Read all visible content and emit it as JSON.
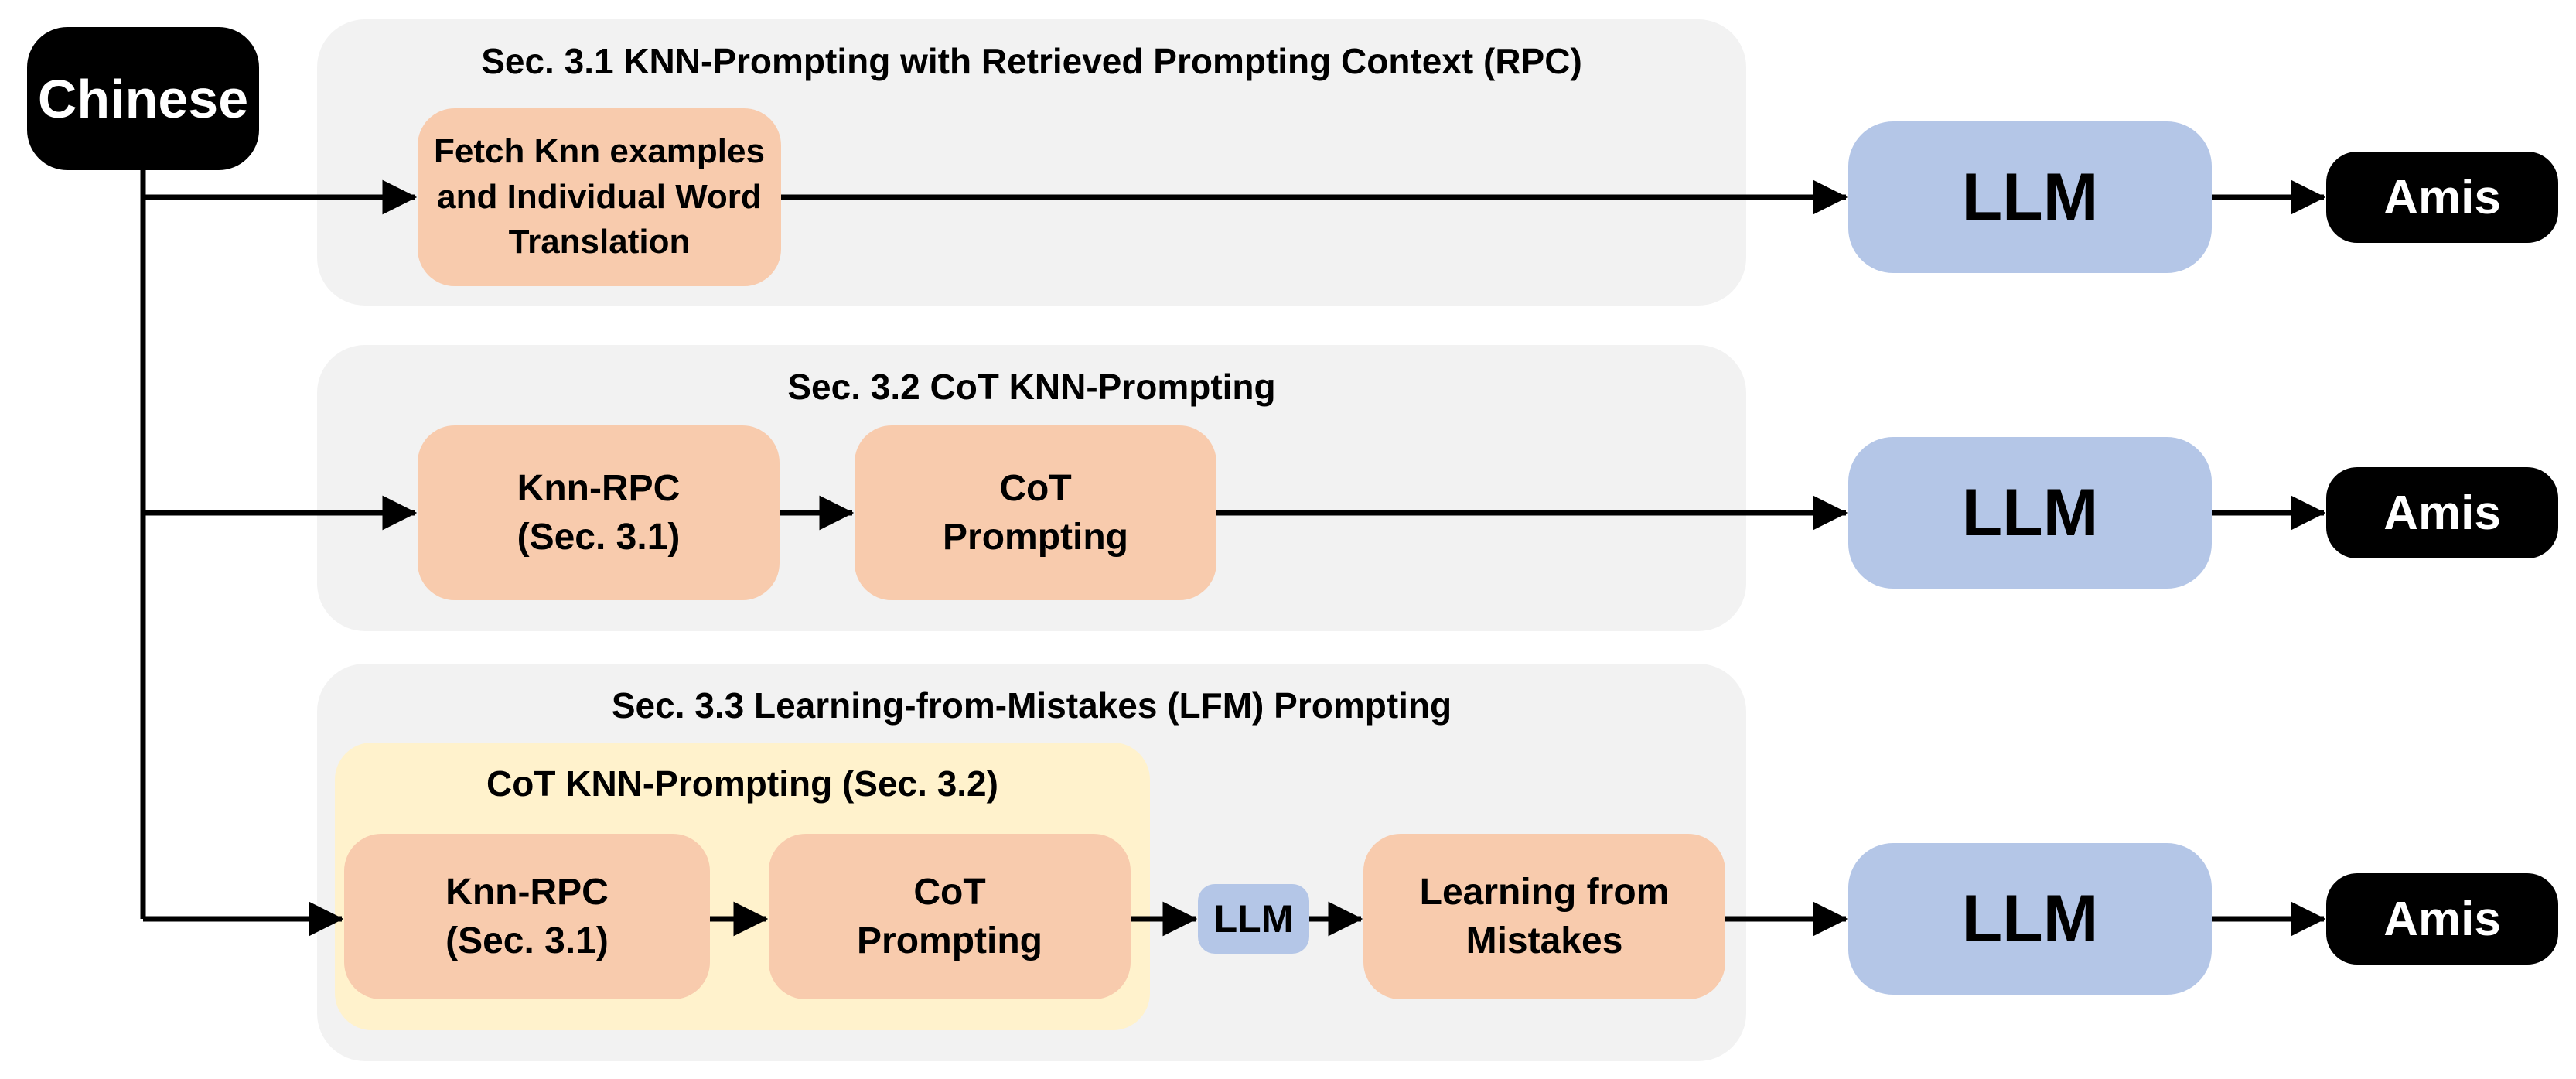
{
  "colors": {
    "panel_bg": "#F2F2F2",
    "step_bg": "#F8CBAD",
    "llm_bg": "#B4C6E7",
    "group_bg": "#FFF2CC",
    "terminal_bg": "#000000",
    "terminal_text": "#FFFFFF",
    "arrow": "#000000"
  },
  "source": {
    "label": "Chinese"
  },
  "rows": [
    {
      "panel_title": "Sec. 3.1 KNN-Prompting with Retrieved Prompting Context (RPC)",
      "steps": [
        {
          "label": "Fetch Knn examples\nand Individual Word\nTranslation"
        }
      ],
      "llm": {
        "label": "LLM"
      },
      "output": {
        "label": "Amis"
      }
    },
    {
      "panel_title": "Sec. 3.2 CoT KNN-Prompting",
      "steps": [
        {
          "label": "Knn-RPC\n(Sec. 3.1)"
        },
        {
          "label": "CoT\nPrompting"
        }
      ],
      "llm": {
        "label": "LLM"
      },
      "output": {
        "label": "Amis"
      }
    },
    {
      "panel_title": "Sec. 3.3 Learning-from-Mistakes (LFM) Prompting",
      "group": {
        "title": "CoT KNN-Prompting (Sec. 3.2)",
        "steps": [
          {
            "label": "Knn-RPC\n(Sec. 3.1)"
          },
          {
            "label": "CoT\nPrompting"
          }
        ]
      },
      "mid_llm": {
        "label": "LLM"
      },
      "steps": [
        {
          "label": "Learning from\nMistakes"
        }
      ],
      "llm": {
        "label": "LLM"
      },
      "output": {
        "label": "Amis"
      }
    }
  ]
}
